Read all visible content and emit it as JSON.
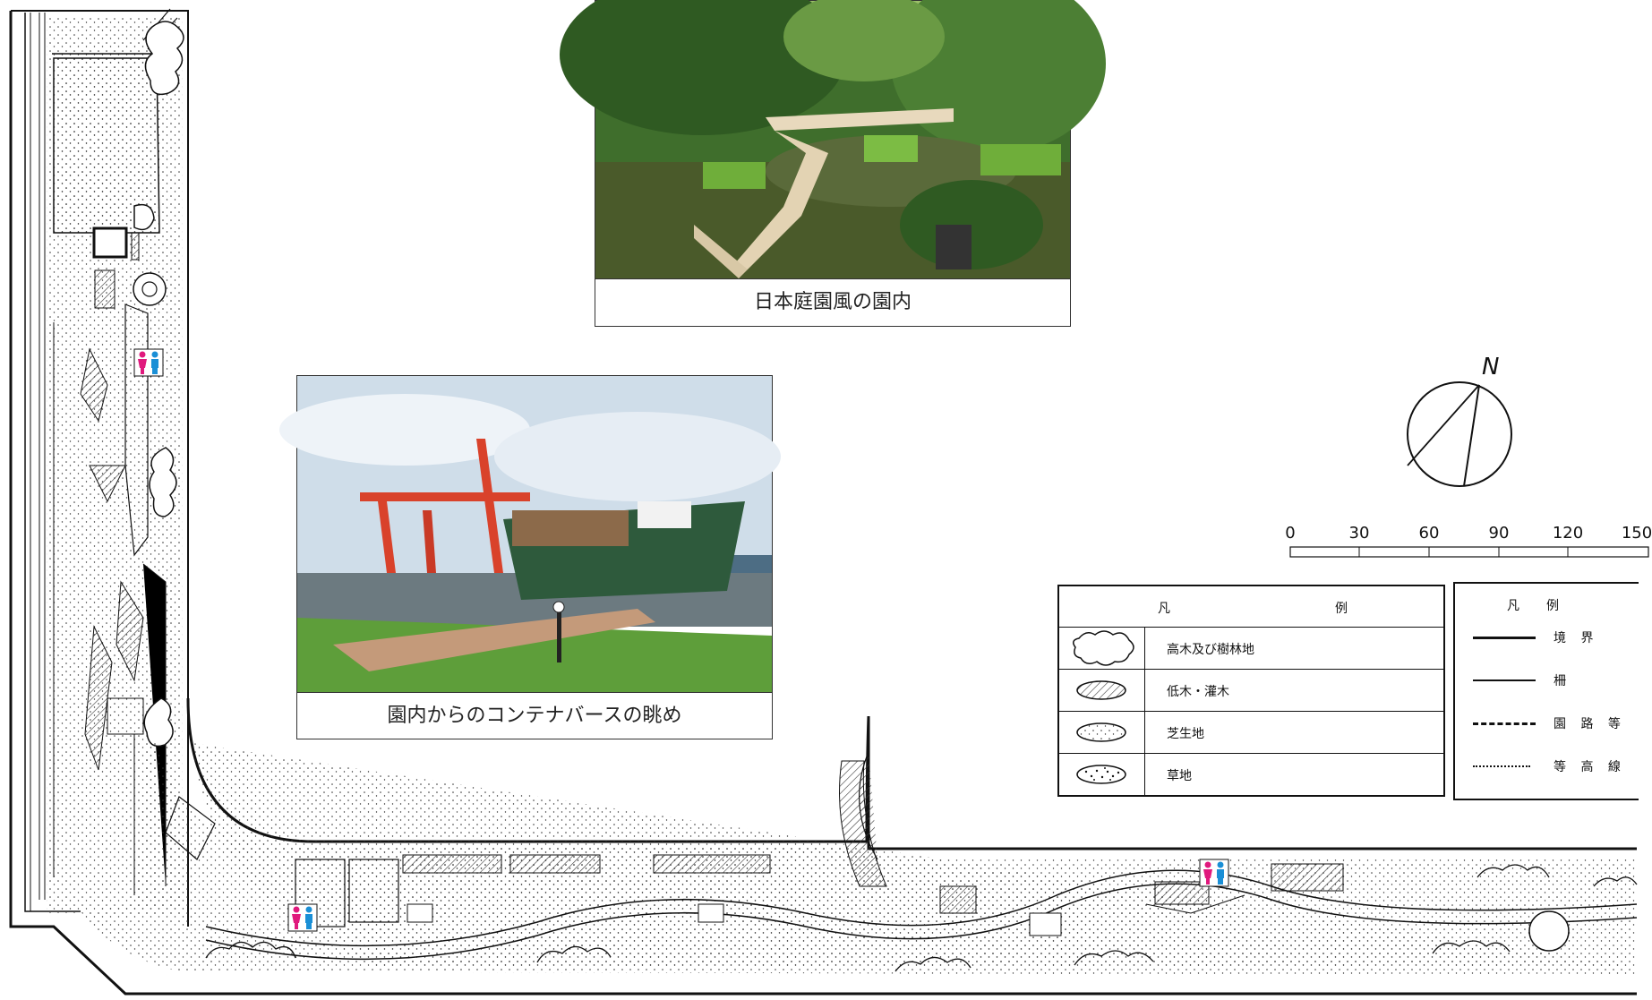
{
  "photos": {
    "garden": {
      "caption": "日本庭園風の園内"
    },
    "container": {
      "caption": "園内からのコンテナバースの眺め"
    }
  },
  "compass": {
    "label": "N"
  },
  "scale": {
    "ticks": [
      "0",
      "30",
      "60",
      "90",
      "120",
      "150"
    ]
  },
  "legend_area": {
    "title_left": "凡",
    "title_right": "例",
    "items": [
      {
        "label": "高木及び樹林地"
      },
      {
        "label": "低木・灌木"
      },
      {
        "label": "芝生地"
      },
      {
        "label": "草地"
      }
    ]
  },
  "legend_line": {
    "title_left": "凡",
    "title_right": "例",
    "items": [
      {
        "label": "境 界"
      },
      {
        "label": "柵"
      },
      {
        "label": "園 路 等"
      },
      {
        "label": "等 高 線"
      }
    ]
  },
  "colors": {
    "line": "#111111",
    "toilet_female": "#e0197d",
    "toilet_male": "#1a8fd6",
    "water": "#7fb7d8"
  }
}
